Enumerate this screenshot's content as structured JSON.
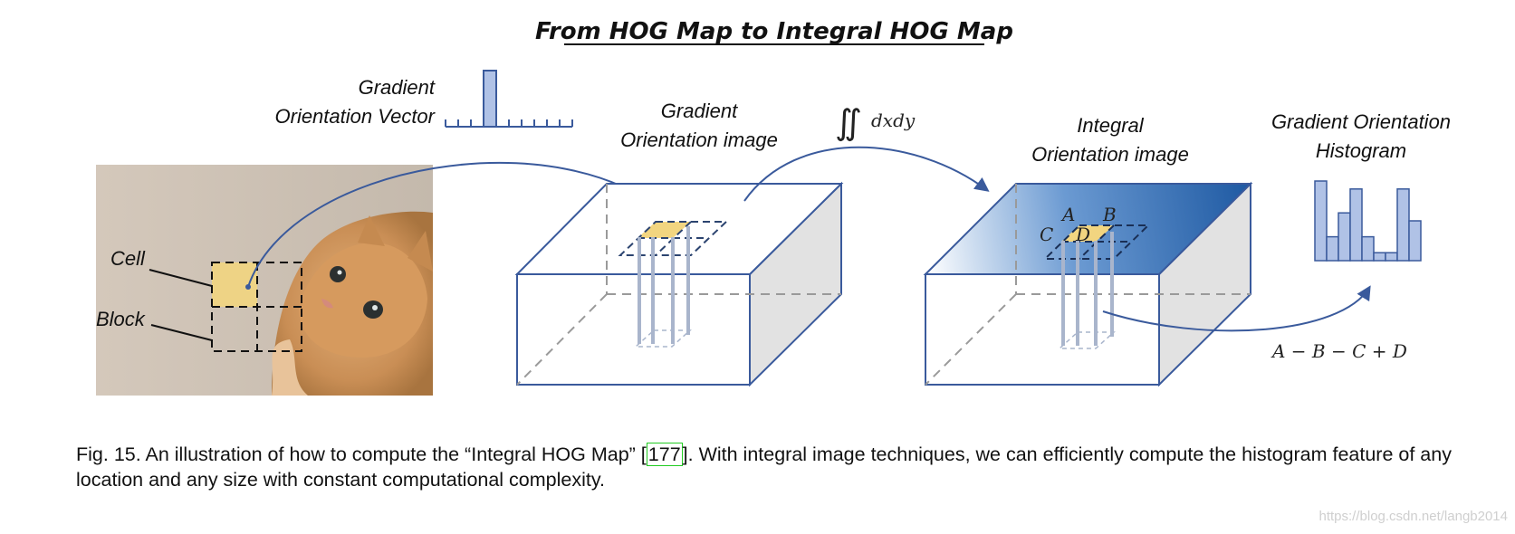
{
  "title": "From HOG Map to Integral HOG Map",
  "labels": {
    "gradient_orientation_vector_line1": "Gradient",
    "gradient_orientation_vector_line2": "Orientation Vector",
    "gradient_orientation_image_line1": "Gradient",
    "gradient_orientation_image_line2": "Orientation image",
    "integral_symbol": "∬",
    "integral_text": "dxdy",
    "integral_orientation_image_line1": "Integral",
    "integral_orientation_image_line2": "Orientation image",
    "histogram_line1": "Gradient Orientation",
    "histogram_line2": "Histogram",
    "cell": "Cell",
    "block": "Block",
    "point_a": "A",
    "point_b": "B",
    "point_c": "C",
    "point_d": "D",
    "formula": "A − B − C + D"
  },
  "histogram": {
    "values": [
      10,
      3,
      6,
      9,
      3,
      1,
      1,
      9,
      5
    ]
  },
  "caption": {
    "fig_label": "Fig. 15.",
    "text_before_ref": "An illustration of how to compute the “Integral HOG Map” [",
    "ref": "177",
    "text_after_ref": "]. With integral image techniques, we can efficiently compute the histogram feature of any location and any size with constant computational complexity."
  },
  "watermark": "https://blog.csdn.net/langb2014",
  "colors": {
    "outline_blue": "#3a5a9c",
    "bar_fill": "#b0c2e6",
    "cell_yellow": "#f2d580",
    "gradient_dark": "#2a64ac",
    "side_gray": "#e2e2e2"
  }
}
